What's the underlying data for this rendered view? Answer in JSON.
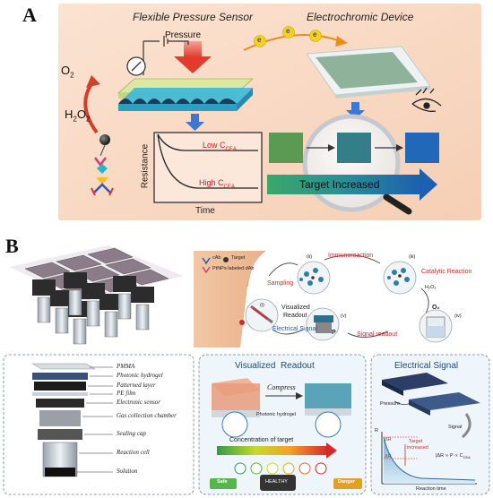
{
  "panel_a": {
    "letter": "A",
    "title_left": "Flexible Pressure Sensor",
    "title_right": "Electrochromic Device",
    "pressure": "Pressure",
    "o2": "O",
    "o2_sub": "2",
    "h2o2": "H",
    "h2o2_sub1": "2",
    "h2o2_mid": "O",
    "h2o2_sub2": "2",
    "electron": "e",
    "low_label": "Low C",
    "low_sub": "CEA",
    "high_label": "High C",
    "high_sub": "CEA",
    "ylabel": "Resistance",
    "xlabel": "Time",
    "target_increased": "Target Increased",
    "colors": {
      "bg": "#f9dcc6",
      "curve": "#1a1a1a",
      "label_red": "#d11a1a",
      "arrow_blue": "#3a78d6",
      "o2_arrow": "#d0412a",
      "square_green": "#5b9a52",
      "square_teal": "#347e88",
      "square_blue": "#2268b8"
    }
  },
  "panel_b": {
    "letter": "B",
    "cycle": {
      "sampling": "Sampling",
      "immunoreaction": "Immunoreaction",
      "catalytic": "Catalytic Reaction",
      "visualized": "Visualized",
      "readout": "Readout",
      "electrical": "Electrical Signal",
      "signal_readout": "Signal readout",
      "h2o2": "H₂O₂",
      "o2": "O₂",
      "p": "P",
      "step_i": "(i)",
      "step_ii": "(ii)",
      "step_iii": "(iii)",
      "step_iv": "(iv)",
      "step_v": "(v)",
      "legend_cab": "cAb",
      "legend_target": "Target",
      "legend_dab": "PtNPs-labeled dAb"
    },
    "layers": [
      "PMMA",
      "Photonic hydrogel",
      "Patterned layer",
      "PE film",
      "Electronic sensor",
      "Gas collection chamber",
      "Sealing cap",
      "Reaction cell",
      "Solution"
    ],
    "readout": {
      "title": "Visualized  Readout",
      "compress": "Compress",
      "hydrogel": "Photonic hydrogel",
      "concentration": "Concentration of target",
      "safe": "Safe",
      "danger": "Danger",
      "healthy": "HEALTHY"
    },
    "electrical": {
      "title": "Electrical Signal",
      "pressure": "Pressure",
      "signal": "Signal",
      "ylabel": "R",
      "xlabel": "Reaction time",
      "delta_r": "ΔR",
      "target_increased_1": "Target",
      "target_increased_2": "increased",
      "formula": "|ΔR ∝ P ∝ C",
      "formula_sub": "CEA"
    }
  }
}
